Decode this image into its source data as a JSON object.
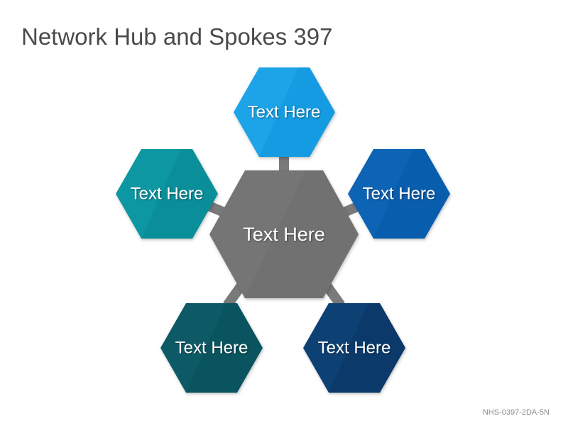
{
  "title": "Network Hub and Spokes 397",
  "code": "NHS-0397-2DA-5N",
  "hub": {
    "label": "Text Here",
    "color": "#757575",
    "shade": "#6a6a6a"
  },
  "spokes": [
    {
      "label": "Text Here",
      "color": "#1aa3e8",
      "shade": "#0d8fd6"
    },
    {
      "label": "Text Here",
      "color": "#0a63b4",
      "shade": "#0556a3"
    },
    {
      "label": "Text Here",
      "color": "#0b3f73",
      "shade": "#072f5c"
    },
    {
      "label": "Text Here",
      "color": "#0a5a66",
      "shade": "#064b55"
    },
    {
      "label": "Text Here",
      "color": "#0a97a2",
      "shade": "#07838f"
    }
  ],
  "connector_color": "#7a7a7a"
}
